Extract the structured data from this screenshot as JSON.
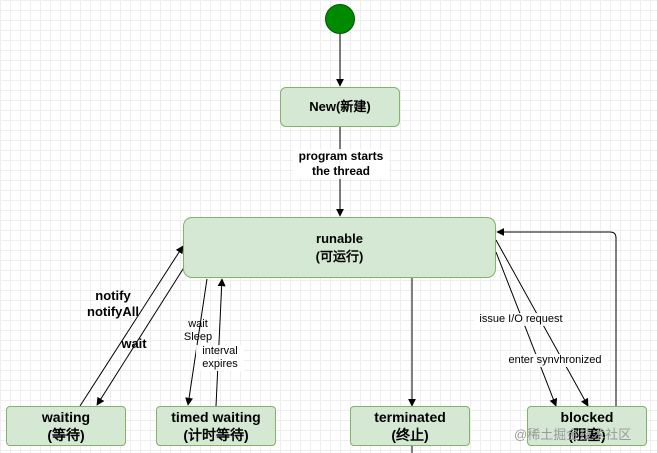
{
  "nodes": {
    "new": {
      "line1": "New(新建)"
    },
    "runable": {
      "line1": "runable",
      "line2": "(可运行)"
    },
    "waiting": {
      "line1": "waiting",
      "line2": "(等待)"
    },
    "timed_waiting": {
      "line1": "timed waiting",
      "line2": "(计时等待)"
    },
    "terminated": {
      "line1": "terminated",
      "line2": "(终止)"
    },
    "blocked": {
      "line1": "blocked",
      "line2": "(阻塞)"
    }
  },
  "edge_labels": {
    "program_starts": {
      "line1": "program starts",
      "line2": "the thread"
    },
    "notify": {
      "line1": "notify",
      "line2": "notifyAll"
    },
    "wait": "wait",
    "wait_sleep": {
      "line1": "wait",
      "line2": "Sleep"
    },
    "interval_expires": {
      "line1": "interval",
      "line2": "expires"
    },
    "issue_io": "issue I/O request",
    "enter_sync": "enter synvhronized"
  },
  "watermark": "@稀土掘金技术社区",
  "colors": {
    "node_fill": "#d5e8d4",
    "node_border": "#82b366",
    "start_fill": "#008a00",
    "edge": "#000000"
  }
}
